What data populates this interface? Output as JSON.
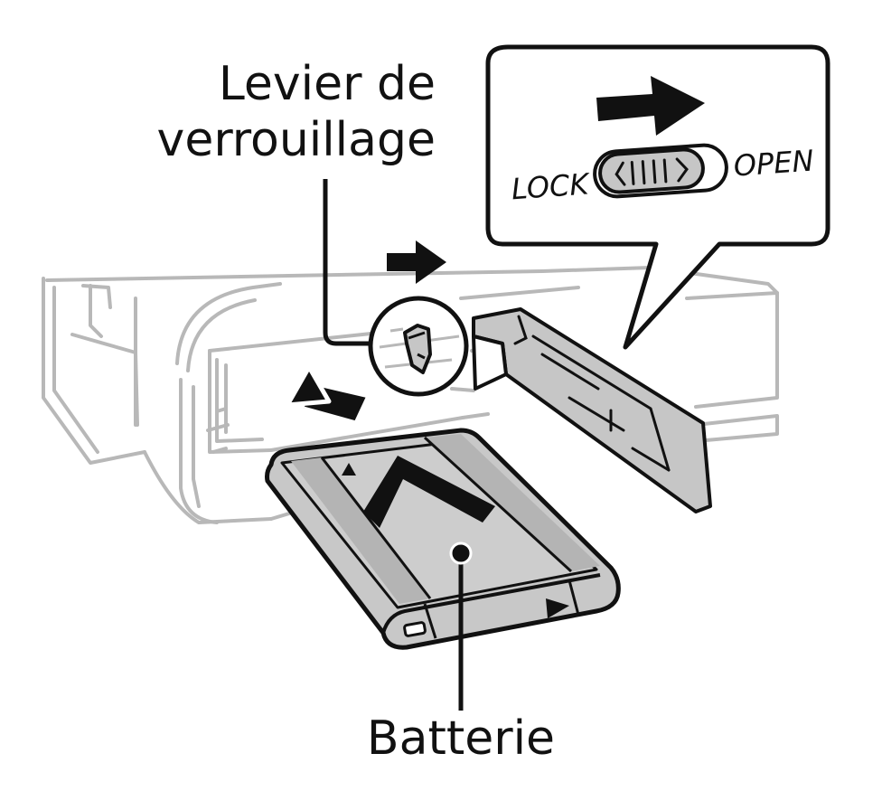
{
  "labels": {
    "lever_line1": "Levier de",
    "lever_line2": "verrouillage",
    "battery": "Batterie",
    "switch_lock": "LOCK",
    "switch_open": "OPEN"
  },
  "colors": {
    "stroke": "#111111",
    "camera_outline": "#b8b8b8",
    "battery_fill": "#c8c8c8",
    "battery_band": "#b4b4b4",
    "door_fill": "#c6c6c6",
    "background": "#ffffff"
  }
}
